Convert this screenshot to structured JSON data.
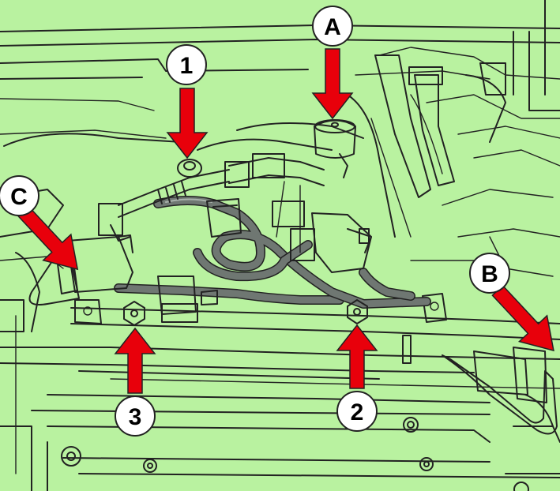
{
  "colors": {
    "background": "#b9f2a0",
    "outline": "#222222",
    "arrow": "#e8000b",
    "metal": "#8c8f8c",
    "brass": "#a88f77"
  },
  "callouts": [
    {
      "id": "1",
      "label": "1"
    },
    {
      "id": "2",
      "label": "2"
    },
    {
      "id": "3",
      "label": "3"
    },
    {
      "id": "A",
      "label": "A"
    },
    {
      "id": "B",
      "label": "B"
    },
    {
      "id": "C",
      "label": "C"
    }
  ]
}
